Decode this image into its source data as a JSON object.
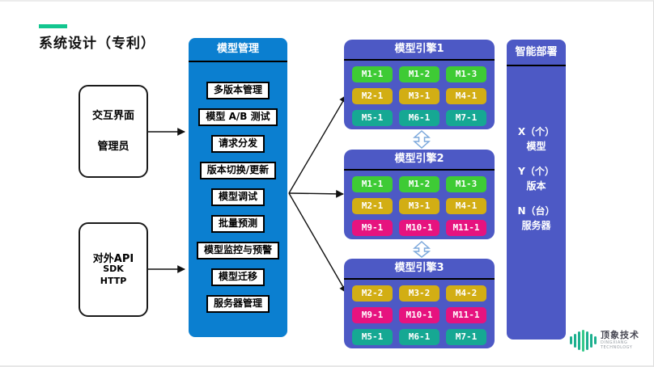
{
  "page": {
    "title": "系统设计（专利）"
  },
  "actors": [
    {
      "lines": [
        "交互界面",
        "管理员"
      ]
    },
    {
      "lines": [
        "对外API",
        "SDK",
        "HTTP"
      ]
    }
  ],
  "management": {
    "title": "模型管理",
    "items": [
      "多版本管理",
      "模型 A/B 测试",
      "请求分发",
      "版本切换/更新",
      "模型调试",
      "批量预测",
      "模型监控与预警",
      "模型迁移",
      "服务器管理"
    ]
  },
  "engines": [
    {
      "title": "模型引擎1",
      "tags": [
        {
          "label": "M1-1",
          "color": "green"
        },
        {
          "label": "M1-2",
          "color": "green"
        },
        {
          "label": "M1-3",
          "color": "green"
        },
        {
          "label": "M2-1",
          "color": "gold"
        },
        {
          "label": "M3-1",
          "color": "gold"
        },
        {
          "label": "M4-1",
          "color": "gold"
        },
        {
          "label": "M5-1",
          "color": "teal"
        },
        {
          "label": "M6-1",
          "color": "teal"
        },
        {
          "label": "M7-1",
          "color": "teal"
        }
      ]
    },
    {
      "title": "模型引擎2",
      "tags": [
        {
          "label": "M1-1",
          "color": "green"
        },
        {
          "label": "M1-2",
          "color": "green"
        },
        {
          "label": "M1-3",
          "color": "green"
        },
        {
          "label": "M2-1",
          "color": "gold"
        },
        {
          "label": "M3-1",
          "color": "gold"
        },
        {
          "label": "M4-1",
          "color": "gold"
        },
        {
          "label": "M9-1",
          "color": "magenta"
        },
        {
          "label": "M10-1",
          "color": "magenta"
        },
        {
          "label": "M11-1",
          "color": "magenta"
        }
      ]
    },
    {
      "title": "模型引擎3",
      "tags": [
        {
          "label": "M2-2",
          "color": "gold"
        },
        {
          "label": "M3-2",
          "color": "gold"
        },
        {
          "label": "M4-2",
          "color": "gold"
        },
        {
          "label": "M9-1",
          "color": "magenta"
        },
        {
          "label": "M10-1",
          "color": "magenta"
        },
        {
          "label": "M11-1",
          "color": "magenta"
        },
        {
          "label": "M5-1",
          "color": "teal"
        },
        {
          "label": "M6-1",
          "color": "teal"
        },
        {
          "label": "M7-1",
          "color": "teal"
        }
      ]
    }
  ],
  "deployment": {
    "title": "智能部署",
    "stats": [
      {
        "line1": "X（个）",
        "line2": "模型"
      },
      {
        "line1": "Y（个）",
        "line2": "版本"
      },
      {
        "line1": "N（台）",
        "line2": "服务器"
      }
    ]
  },
  "logo": {
    "name": "顶象技术",
    "subtitle": "DINGXIANG TECHNOLOGY"
  },
  "colors": {
    "accent_green": "#12c68f",
    "management_blue": "#0b7fd0",
    "engine_indigo": "#4d59c5",
    "tag_green": "#3ecb35",
    "tag_gold": "#d2ae14",
    "tag_teal": "#16a893",
    "tag_magenta": "#e6137f",
    "connector_black": "#111111",
    "sync_arrow_blue": "#7da9dc"
  }
}
